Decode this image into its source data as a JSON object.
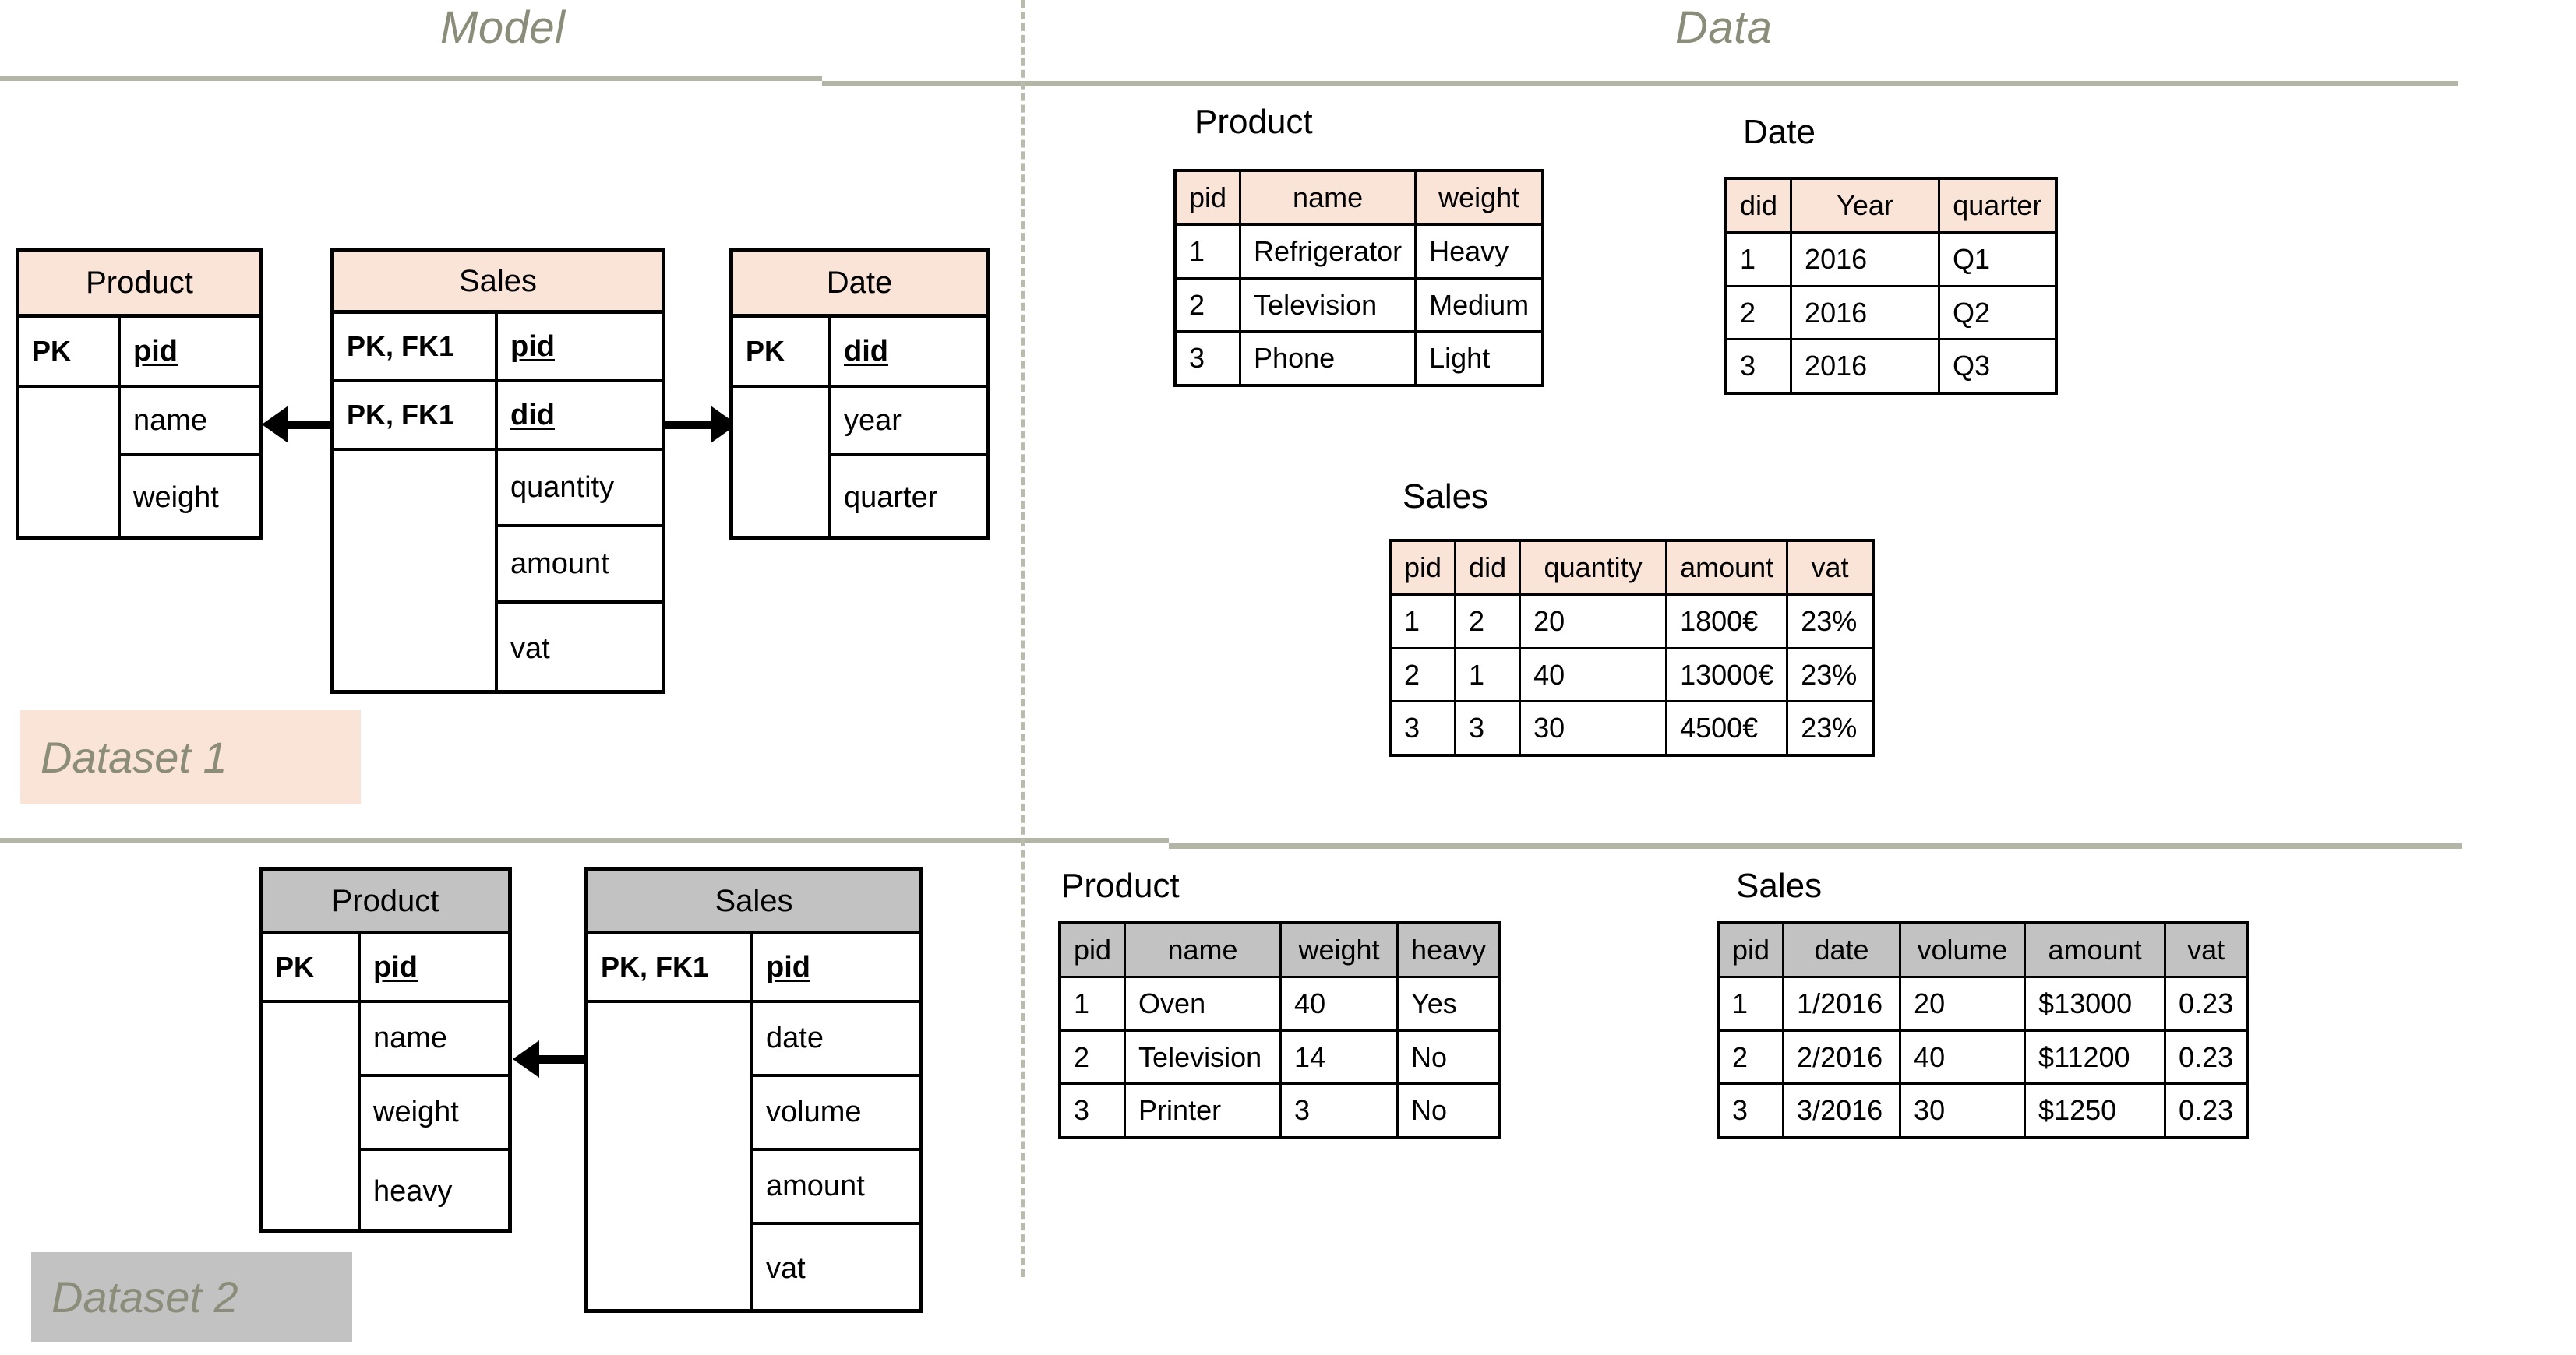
{
  "headers": {
    "model": "Model",
    "data": "Data"
  },
  "badges": {
    "dataset1": "Dataset 1",
    "dataset2": "Dataset 2"
  },
  "colors": {
    "peach": "#fae4d8",
    "gray": "#c2c2c2",
    "rule": "#b3b5a6",
    "title_text": "#8b8d7a"
  },
  "dataset1": {
    "model": {
      "product": {
        "title": "Product",
        "keys": [
          "PK",
          ""
        ],
        "fields": [
          "pid",
          "name",
          "weight"
        ],
        "underlined": [
          "pid"
        ]
      },
      "sales": {
        "title": "Sales",
        "keys": [
          "PK, FK1",
          "PK, FK1",
          ""
        ],
        "fields": [
          "pid",
          "did",
          "quantity",
          "amount",
          "vat"
        ],
        "underlined": [
          "pid",
          "did"
        ]
      },
      "date": {
        "title": "Date",
        "keys": [
          "PK",
          ""
        ],
        "fields": [
          "did",
          "year",
          "quarter"
        ],
        "underlined": [
          "did"
        ]
      }
    },
    "data": {
      "product": {
        "label": "Product",
        "columns": [
          "pid",
          "name",
          "weight"
        ],
        "rows": [
          [
            "1",
            "Refrigerator",
            "Heavy"
          ],
          [
            "2",
            "Television",
            "Medium"
          ],
          [
            "3",
            "Phone",
            "Light"
          ]
        ]
      },
      "date": {
        "label": "Date",
        "columns": [
          "did",
          "Year",
          "quarter"
        ],
        "rows": [
          [
            "1",
            "2016",
            "Q1"
          ],
          [
            "2",
            "2016",
            "Q2"
          ],
          [
            "3",
            "2016",
            "Q3"
          ]
        ]
      },
      "sales": {
        "label": "Sales",
        "columns": [
          "pid",
          "did",
          "quantity",
          "amount",
          "vat"
        ],
        "rows": [
          [
            "1",
            "2",
            "20",
            "1800€",
            "23%"
          ],
          [
            "2",
            "1",
            "40",
            "13000€",
            "23%"
          ],
          [
            "3",
            "3",
            "30",
            "4500€",
            "23%"
          ]
        ]
      }
    }
  },
  "dataset2": {
    "model": {
      "product": {
        "title": "Product",
        "keys": [
          "PK",
          ""
        ],
        "fields": [
          "pid",
          "name",
          "weight",
          "heavy"
        ],
        "underlined": [
          "pid"
        ]
      },
      "sales": {
        "title": "Sales",
        "keys": [
          "PK, FK1",
          ""
        ],
        "fields": [
          "pid",
          "date",
          "volume",
          "amount",
          "vat"
        ],
        "underlined": [
          "pid"
        ]
      }
    },
    "data": {
      "product": {
        "label": "Product",
        "columns": [
          "pid",
          "name",
          "weight",
          "heavy"
        ],
        "rows": [
          [
            "1",
            "Oven",
            "40",
            "Yes"
          ],
          [
            "2",
            "Television",
            "14",
            "No"
          ],
          [
            "3",
            "Printer",
            "3",
            "No"
          ]
        ]
      },
      "sales": {
        "label": "Sales",
        "columns": [
          "pid",
          "date",
          "volume",
          "amount",
          "vat"
        ],
        "rows": [
          [
            "1",
            "1/2016",
            "20",
            "$13000",
            "0.23"
          ],
          [
            "2",
            "2/2016",
            "40",
            "$11200",
            "0.23"
          ],
          [
            "3",
            "3/2016",
            "30",
            "$1250",
            "0.23"
          ]
        ]
      }
    }
  }
}
